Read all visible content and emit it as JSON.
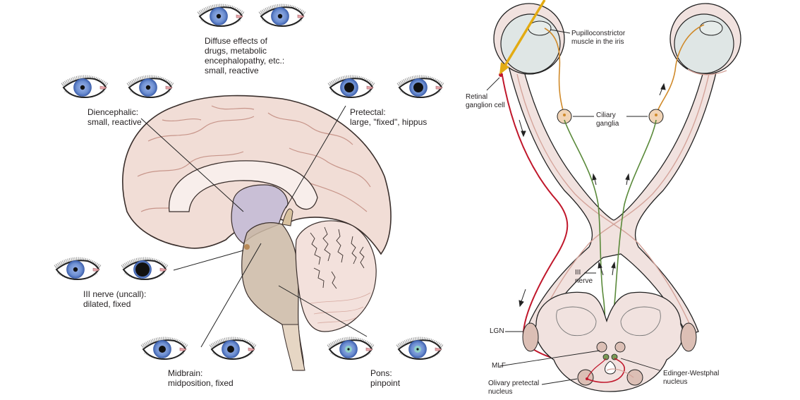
{
  "colors": {
    "brain_fill": "#f1ddd6",
    "brain_stroke": "#b9897c",
    "diencephalon": "#c9bfd6",
    "brainstem": "#cbb9a4",
    "iris": "#6d8fd1",
    "pupil": "#111111",
    "light_ray": "#e3ab12",
    "afferent_path": "#c0172b",
    "efferent_path": "#5a8a3a",
    "parasympathetic_postganglionic": "#d08a2a",
    "optic_tract": "#f1e2df",
    "nucleus_fill": "#dcbfb5",
    "ganglion_fill": "#f1d4b6",
    "globe_fill": "#dfe6e5"
  },
  "left_panel": {
    "groups": [
      {
        "id": "diffuse",
        "label": "Diffuse effects of\ndrugs, metabolic\nencephalopathy, etc.:\nsmall, reactive",
        "pupils": [
          "small",
          "small"
        ]
      },
      {
        "id": "diencephalic",
        "label": "Diencephalic:\nsmall, reactive",
        "pupils": [
          "small",
          "small"
        ]
      },
      {
        "id": "pretectal",
        "label": "Pretectal:\nlarge, \"fixed\", hippus",
        "pupils": [
          "large",
          "large"
        ]
      },
      {
        "id": "iii-nerve",
        "label": "III nerve (uncall):\ndilated, fixed",
        "pupils": [
          "small",
          "dilated"
        ]
      },
      {
        "id": "midbrain",
        "label": "Midbrain:\nmidposition, fixed",
        "pupils": [
          "mid",
          "mid"
        ]
      },
      {
        "id": "pons",
        "label": "Pons:\npinpoint",
        "pupils": [
          "pinpoint",
          "pinpoint"
        ]
      }
    ]
  },
  "right_panel": {
    "labels": {
      "pupilloconstrictor": "Pupilloconstrictor\nmuscle in the iris",
      "retinal_ganglion": "Retinal\nganglion cell",
      "ciliary_ganglia": "Ciliary\nganglia",
      "iii_nerve": "III\nnerve",
      "lgn": "LGN",
      "mlf": "MLF",
      "olivary": "Olivary pretectal\nnucleus",
      "edinger": "Edinger-Westphal\nnucleus"
    }
  }
}
